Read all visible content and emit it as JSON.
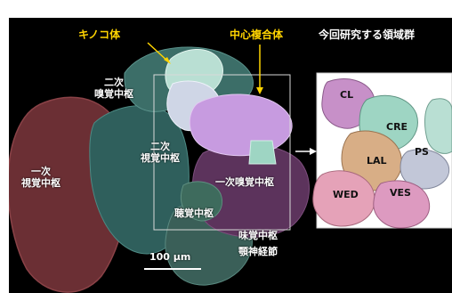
{
  "labels": {
    "mushroom_body": "キノコ体",
    "central_complex": "中心複合体",
    "region_title": "今回研究する領域群",
    "secondary_olfactory_1": "二次",
    "secondary_olfactory_2": "嗅覚中枢",
    "secondary_visual_1": "二次",
    "secondary_visual_2": "視覚中枢",
    "primary_visual_1": "一次",
    "primary_visual_2": "視覚中枢",
    "primary_olfactory": "一次嗅覚中枢",
    "auditory": "聴覚中枢",
    "gustatory": "味覚中枢",
    "mandibular_ganglion": "顎神経節",
    "scale_bar": "100 μm"
  },
  "regions": [
    "CL",
    "CRE",
    "LAL",
    "PS",
    "WED",
    "VES"
  ],
  "colors": {
    "background": "#000000",
    "highlight_text": "#ffd400",
    "optic_lobe": "#6b2f34",
    "lobe_teal": "#3c6e68",
    "mushroom_body": "#b9dfd3",
    "central_complex": "#c79be0",
    "primary_olfactory": "#6a3c6a",
    "wed": "#e5a2b8",
    "lal": "#d8ae86",
    "cre": "#9ed5c3"
  }
}
